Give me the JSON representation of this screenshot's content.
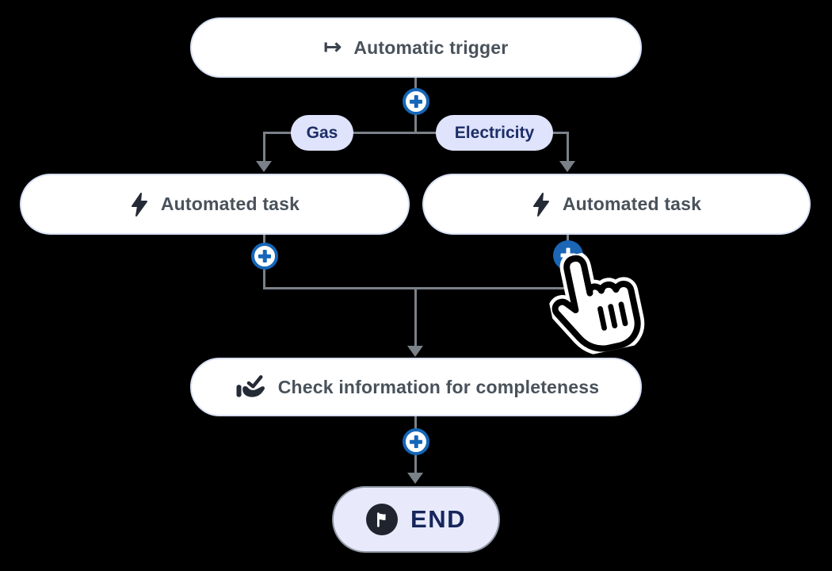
{
  "diagram": {
    "trigger": {
      "label": "Automatic trigger",
      "icon": "trigger-start-arrow-icon"
    },
    "branch_gas": {
      "label": "Gas"
    },
    "branch_electricity": {
      "label": "Electricity"
    },
    "task_left": {
      "label": "Automated task",
      "icon": "lightning-icon"
    },
    "task_right": {
      "label": "Automated task",
      "icon": "lightning-icon"
    },
    "check": {
      "label": "Check information for completeness",
      "icon": "manual-check-hand-icon"
    },
    "end": {
      "label": "END",
      "icon": "flag-icon"
    },
    "add_step_symbol": "+"
  },
  "icons": {
    "trigger_glyph": "↦"
  },
  "colors": {
    "background": "#000000",
    "node_bg": "#ffffff",
    "node_border": "#d9e1f6",
    "node_text": "#49525b",
    "branch_pill_bg": "#dfe3fb",
    "branch_pill_text": "#1d2d66",
    "connector_line": "#7a8188",
    "accent_blue": "#1566b8",
    "end_bg": "#e8eafb",
    "end_border": "#8f97a3",
    "end_text": "#16265c",
    "icon_dark": "#252a37"
  }
}
